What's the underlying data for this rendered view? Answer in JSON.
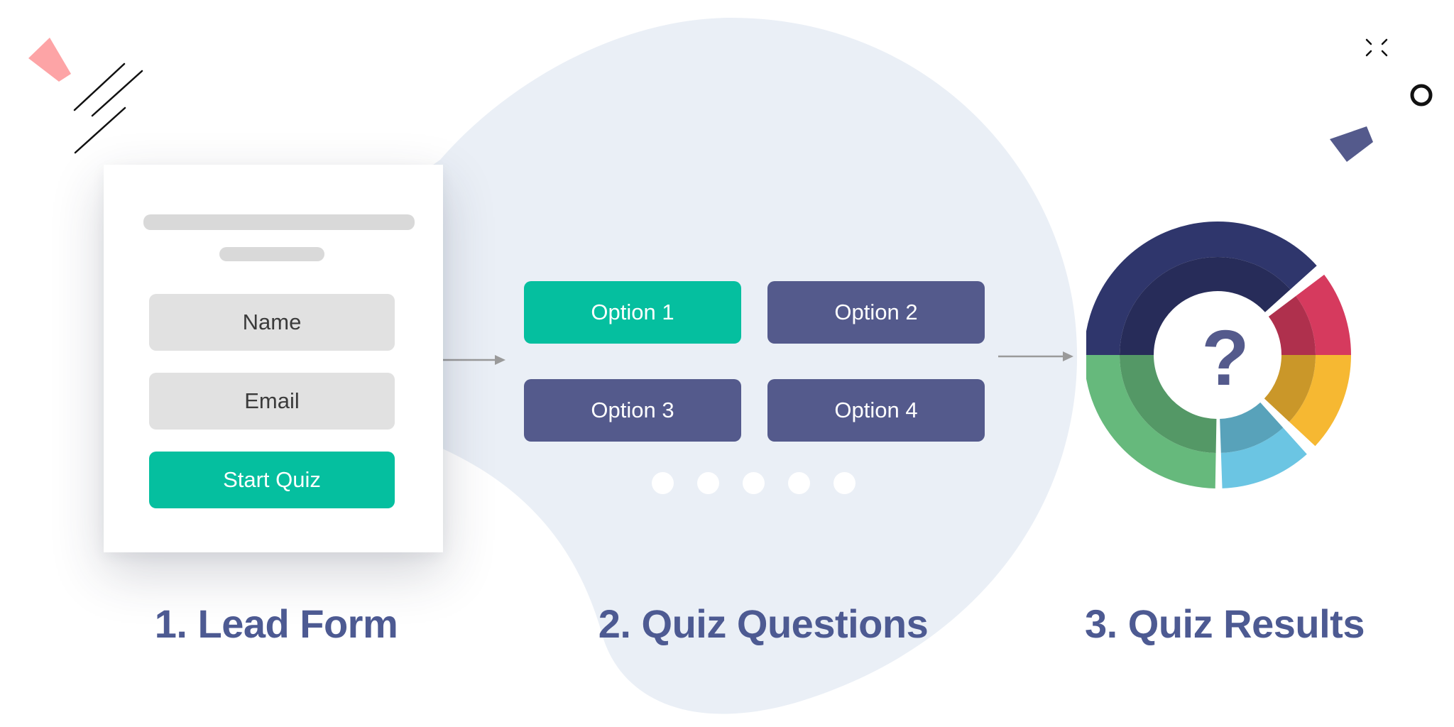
{
  "lead_form": {
    "name_label": "Name",
    "email_label": "Email",
    "start_button": "Start Quiz"
  },
  "quiz_questions": {
    "options": [
      "Option 1",
      "Option 2",
      "Option 3",
      "Option 4"
    ],
    "selected_option": "Option 1",
    "pagination_dots": 5
  },
  "quiz_results": {
    "center_symbol": "?",
    "segment_colors": [
      "#2f366c",
      "#d63a5e",
      "#f6b832",
      "#6bc5e3",
      "#66b97c"
    ]
  },
  "steps": {
    "step1": "1. Lead Form",
    "step2": "2. Quiz Questions",
    "step3": "3. Quiz Results"
  },
  "colors": {
    "accent_teal": "#05bf9f",
    "option_navy": "#545a8c",
    "heading": "#4d5a92",
    "blob": "#eaeff6"
  }
}
